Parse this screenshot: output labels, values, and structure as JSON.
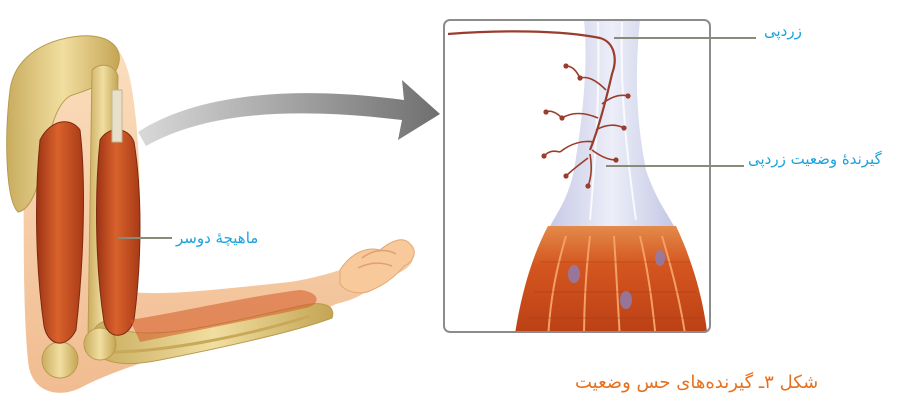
{
  "labels": {
    "tendon": "زردپی",
    "tendon_receptor": "گیرندهٔ وضعیت زردپی",
    "biceps": "ماهیچهٔ دوسر"
  },
  "caption": "شکل ۳ـ گیرنده‌های حس وضعیت",
  "colors": {
    "label_text": "#1aa3dc",
    "caption_text": "#e8701d",
    "leader_line": "#8a8a78",
    "muscle": "#c94a1c",
    "bone": "#e6cf86",
    "skin": "#f6c597",
    "tendon": "#d9dcef",
    "nerve": "#9a3d2c",
    "arrow": "#7a7a7a",
    "panel_border": "#8c8c8c"
  }
}
